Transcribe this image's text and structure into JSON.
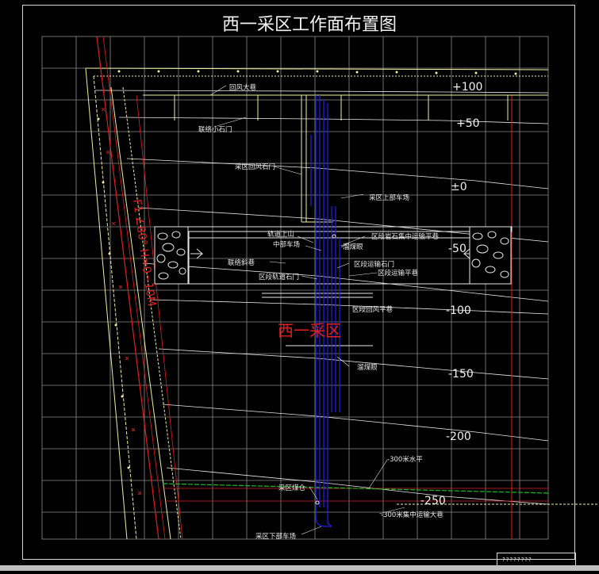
{
  "title": "西一采区工作面布置图",
  "district_name": "西一采区",
  "fault_label": "F1 ∠80° H=0~10M",
  "elevations": [
    "+100",
    "+50",
    "±0",
    "-50",
    "-100",
    "-150",
    "-200",
    "-250"
  ],
  "labels": {
    "return_main": "回风大巷",
    "connect_door": "联络小石门",
    "return_crosscut": "采区回风石门",
    "upper_yard": "采区上部车场",
    "track_up": "轨道上山",
    "mid_yard": "中部车场",
    "coal_bunker": "溜煤眼",
    "rock_transport": "区段岩石集中运输平巷",
    "connect_alley": "联络斜巷",
    "section_transport_door": "区段运输石门",
    "track_door": "区段轨道石门",
    "section_transport": "区段运输平巷",
    "section_return": "区段回风平巷",
    "bunker_lower": "溜煤眼",
    "level_300": "-300米水平",
    "sump": "采区煤仓",
    "main_transport": "-300米集中运输大巷",
    "lower_yard": "采区下部车场"
  },
  "title_block": "????????",
  "colors": {
    "grid": "#8c8c8c",
    "yellow": "#f0f0a0",
    "red": "#e02020",
    "blue": "#2020e0",
    "green": "#10c020"
  }
}
